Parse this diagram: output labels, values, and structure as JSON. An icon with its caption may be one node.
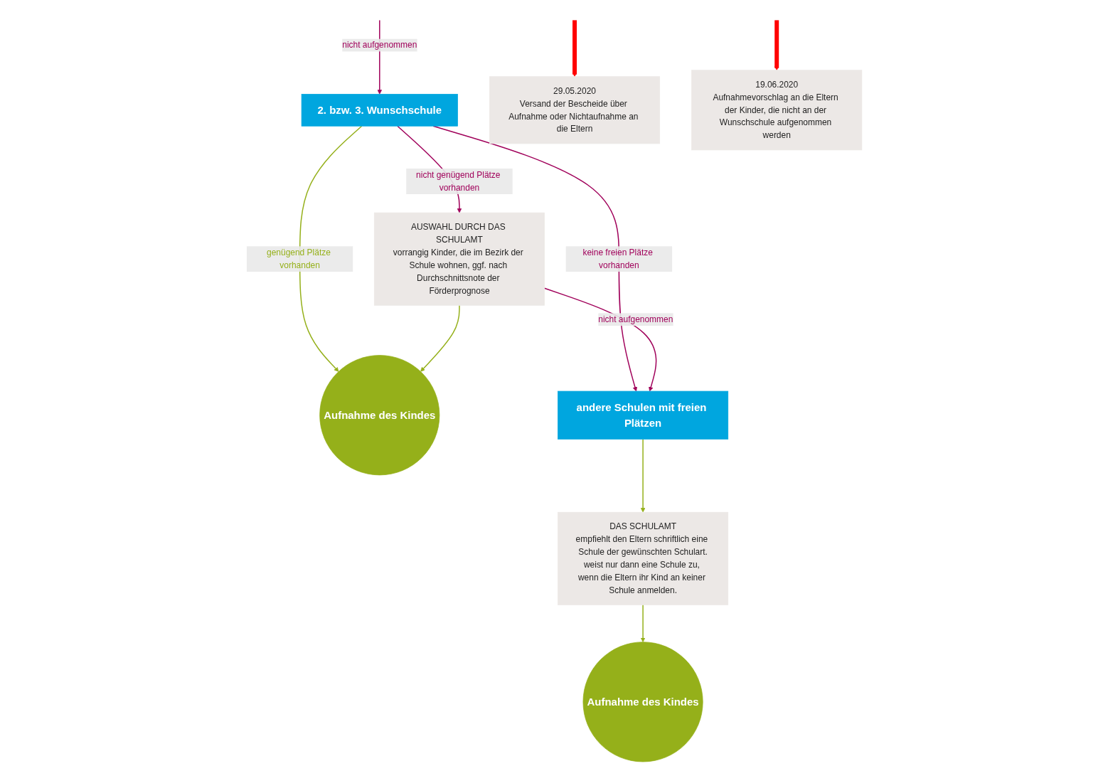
{
  "diagram": {
    "nodes": [
      {
        "text": [
          "2. bzw. 3. Wunschschule"
        ]
      },
      {
        "text": [
          "AUSWAHL DURCH DAS SCHULAMT",
          "vorrangig Kinder, die im Bezirk der Schule wohnen, ggf. nach Durchschnittsnote der Förderprognose"
        ]
      },
      {
        "text": [
          "Aufnahme des Kindes"
        ]
      },
      {
        "text": [
          "andere Schulen mit freien Plätzen"
        ]
      },
      {
        "text": [
          "DAS SCHULAMT",
          "empfiehlt den Eltern schriftlich eine Schule der gewünschten Schulart.",
          "weist nur dann eine Schule zu, wenn die Eltern ihr Kind an keiner Schule anmelden."
        ]
      },
      {
        "text": [
          "Aufnahme des Kindes"
        ]
      },
      {
        "text": [
          "29.05.2020",
          "Versand der Bescheide über Aufnahme oder Nichtaufnahme an die Eltern"
        ]
      },
      {
        "text": [
          "19.06.2020",
          "Aufnahmevorschlag an die Eltern der Kinder, die nicht an der Wunschschule aufgenommen werden"
        ]
      }
    ],
    "edges": [
      {
        "from": null,
        "to": 0,
        "arrow": "to",
        "label": "nicht aufgenommen",
        "color": "#a0005a"
      },
      {
        "from": 0,
        "to": 3,
        "arrow": "to",
        "label": "keine freien Plätze vorhanden",
        "color": "#a0005a"
      },
      {
        "from": 0,
        "to": 2,
        "arrow": "to",
        "label": "genügend Plätze vorhanden",
        "color": "#95b01a"
      },
      {
        "from": 0,
        "to": 1,
        "arrow": "to",
        "label": "nicht genügend Plätze vorhanden",
        "color": "#a0005a"
      },
      {
        "from": 1,
        "to": 2,
        "arrow": "to",
        "color": "#95b01a"
      },
      {
        "from": 1,
        "to": 3,
        "arrow": "to",
        "label": "nicht aufgenommen",
        "color": "#a0005a"
      },
      {
        "from": 3,
        "to": 4,
        "arrow": "to",
        "color": "#95b01a"
      },
      {
        "from": 4,
        "to": 5,
        "arrow": "to",
        "color": "#95b01a"
      },
      {
        "from": null,
        "to": 6,
        "arrow": "to",
        "style": "thick",
        "color": "#ff0000"
      },
      {
        "from": null,
        "to": 7,
        "arrow": "to",
        "style": "thick",
        "color": "#ff0000"
      }
    ]
  }
}
